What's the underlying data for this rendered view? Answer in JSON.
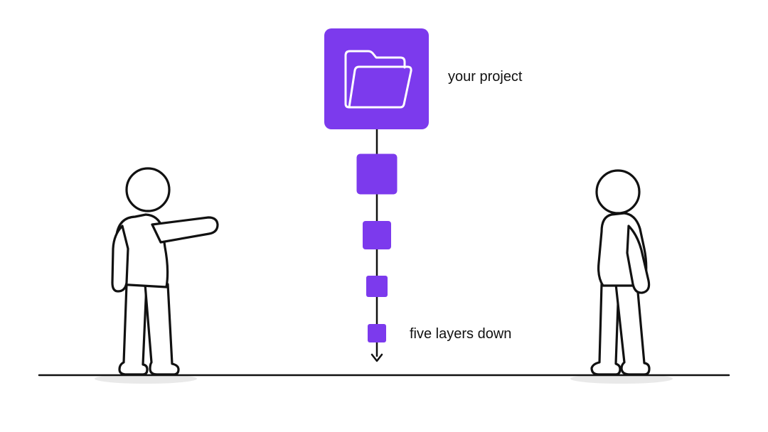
{
  "diagram": {
    "labels": {
      "project": "your project",
      "layers": "five layers down"
    },
    "colors": {
      "accent": "#7C3AED",
      "line": "#111111",
      "background": "#FFFFFF",
      "shadow": "#E9E9E9"
    },
    "icons": {
      "project_icon": "folder-icon",
      "arrow": "arrow-down-icon"
    },
    "figures": [
      "pointing-person",
      "standing-person"
    ]
  }
}
